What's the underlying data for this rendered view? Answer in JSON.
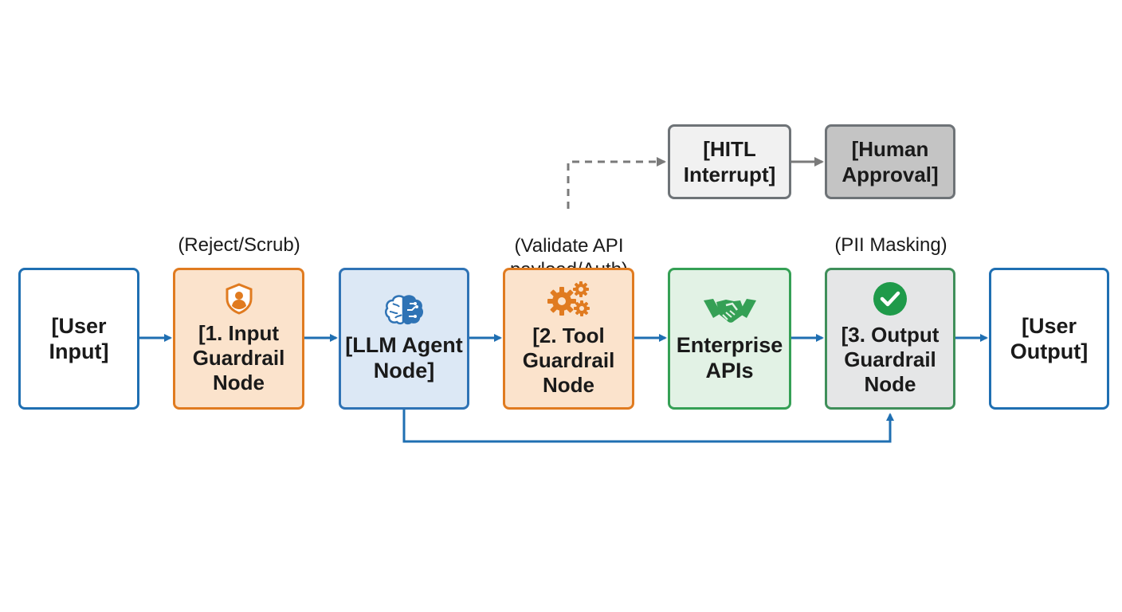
{
  "nodes": {
    "user_input": {
      "label": "[User\nInput]"
    },
    "input_guardrail": {
      "label": "[1. Input\nGuardrail\nNode"
    },
    "llm_agent": {
      "label": "[LLM Agent\nNode]"
    },
    "tool_guardrail": {
      "label": "[2. Tool\nGuardrail\nNode"
    },
    "enterprise_apis": {
      "label": "Enterprise\nAPIs"
    },
    "output_guardrail": {
      "label": "[3. Output\nGuardrail\nNode"
    },
    "user_output": {
      "label": "[User\nOutput]"
    },
    "hitl_interrupt": {
      "label": "[HITL\nInterrupt]"
    },
    "human_approval": {
      "label": "[Human\nApproval]"
    }
  },
  "annotations": {
    "reject_scrub": "(Reject/Scrub)",
    "validate_api": "(Validate API\npayload/Auth)",
    "pii_masking": "(PII Masking)"
  },
  "icons": {
    "input_guardrail": "shield-user-icon",
    "llm_agent": "brain-icon",
    "tool_guardrail": "gears-icon",
    "enterprise_apis": "handshake-icon",
    "output_guardrail": "check-circle-icon"
  },
  "colors": {
    "flow_arrow": "#1f6fb2",
    "hitl_arrow": "#7a7a7a",
    "orange": "#e07b20",
    "blue": "#2f73b5",
    "green": "#35a055",
    "grey": "#6e7377"
  }
}
